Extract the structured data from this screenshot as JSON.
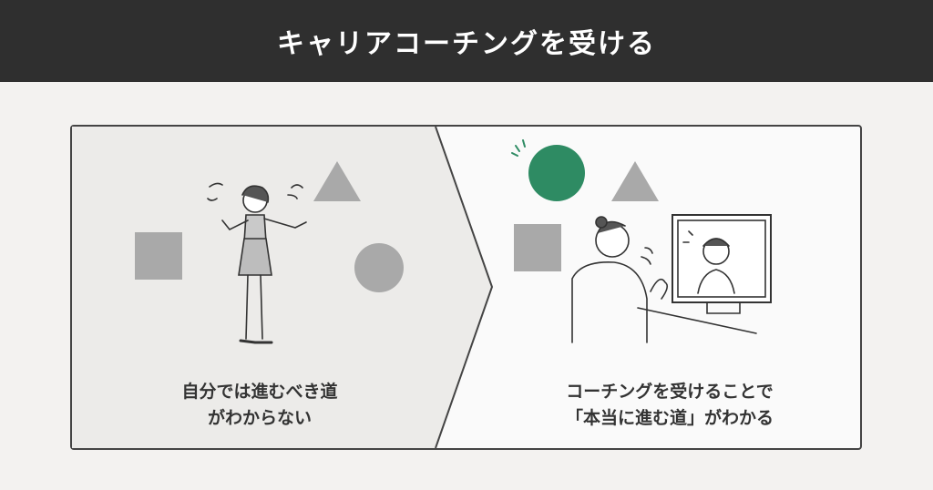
{
  "header": {
    "title": "キャリアコーチングを受ける"
  },
  "left_panel": {
    "caption_line1": "自分では進むべき道",
    "caption_line2": "がわからない"
  },
  "right_panel": {
    "caption_line1": "コーチングを受けることで",
    "caption_line2": "「本当に進む道」がわかる"
  },
  "colors": {
    "header_bg": "#2f2f2f",
    "accent_green": "#2e8b63",
    "shape_gray": "#a9a9a9"
  }
}
